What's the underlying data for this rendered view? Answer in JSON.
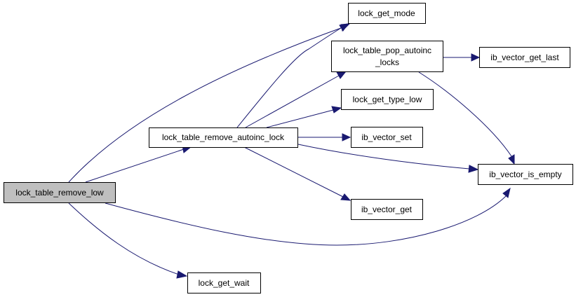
{
  "colors": {
    "edge": "#191970",
    "node_border": "#000000",
    "node_fill": "#ffffff",
    "highlight_fill": "#bfbfbf"
  },
  "nodes": {
    "lock_table_remove_low": "lock_table_remove_low",
    "lock_table_remove_autoinc_lock": "lock_table_remove_autoinc_lock",
    "lock_get_mode": "lock_get_mode",
    "lock_table_pop_autoinc_locks_line1": "lock_table_pop_autoinc",
    "lock_table_pop_autoinc_locks_line2": "_locks",
    "lock_get_type_low": "lock_get_type_low",
    "ib_vector_set": "ib_vector_set",
    "ib_vector_get": "ib_vector_get",
    "ib_vector_get_last": "ib_vector_get_last",
    "ib_vector_is_empty": "ib_vector_is_empty",
    "lock_get_wait": "lock_get_wait"
  },
  "highlighted_node": "lock_table_remove_low",
  "edges": [
    {
      "from": "lock_table_remove_low",
      "to": "lock_get_mode"
    },
    {
      "from": "lock_table_remove_low",
      "to": "lock_table_remove_autoinc_lock"
    },
    {
      "from": "lock_table_remove_low",
      "to": "ib_vector_is_empty"
    },
    {
      "from": "lock_table_remove_low",
      "to": "lock_get_wait"
    },
    {
      "from": "lock_table_remove_autoinc_lock",
      "to": "lock_get_mode"
    },
    {
      "from": "lock_table_remove_autoinc_lock",
      "to": "lock_table_pop_autoinc_locks"
    },
    {
      "from": "lock_table_remove_autoinc_lock",
      "to": "lock_get_type_low"
    },
    {
      "from": "lock_table_remove_autoinc_lock",
      "to": "ib_vector_set"
    },
    {
      "from": "lock_table_remove_autoinc_lock",
      "to": "ib_vector_is_empty"
    },
    {
      "from": "lock_table_remove_autoinc_lock",
      "to": "ib_vector_get"
    },
    {
      "from": "lock_table_pop_autoinc_locks",
      "to": "ib_vector_get_last"
    },
    {
      "from": "lock_table_pop_autoinc_locks",
      "to": "ib_vector_is_empty"
    }
  ]
}
